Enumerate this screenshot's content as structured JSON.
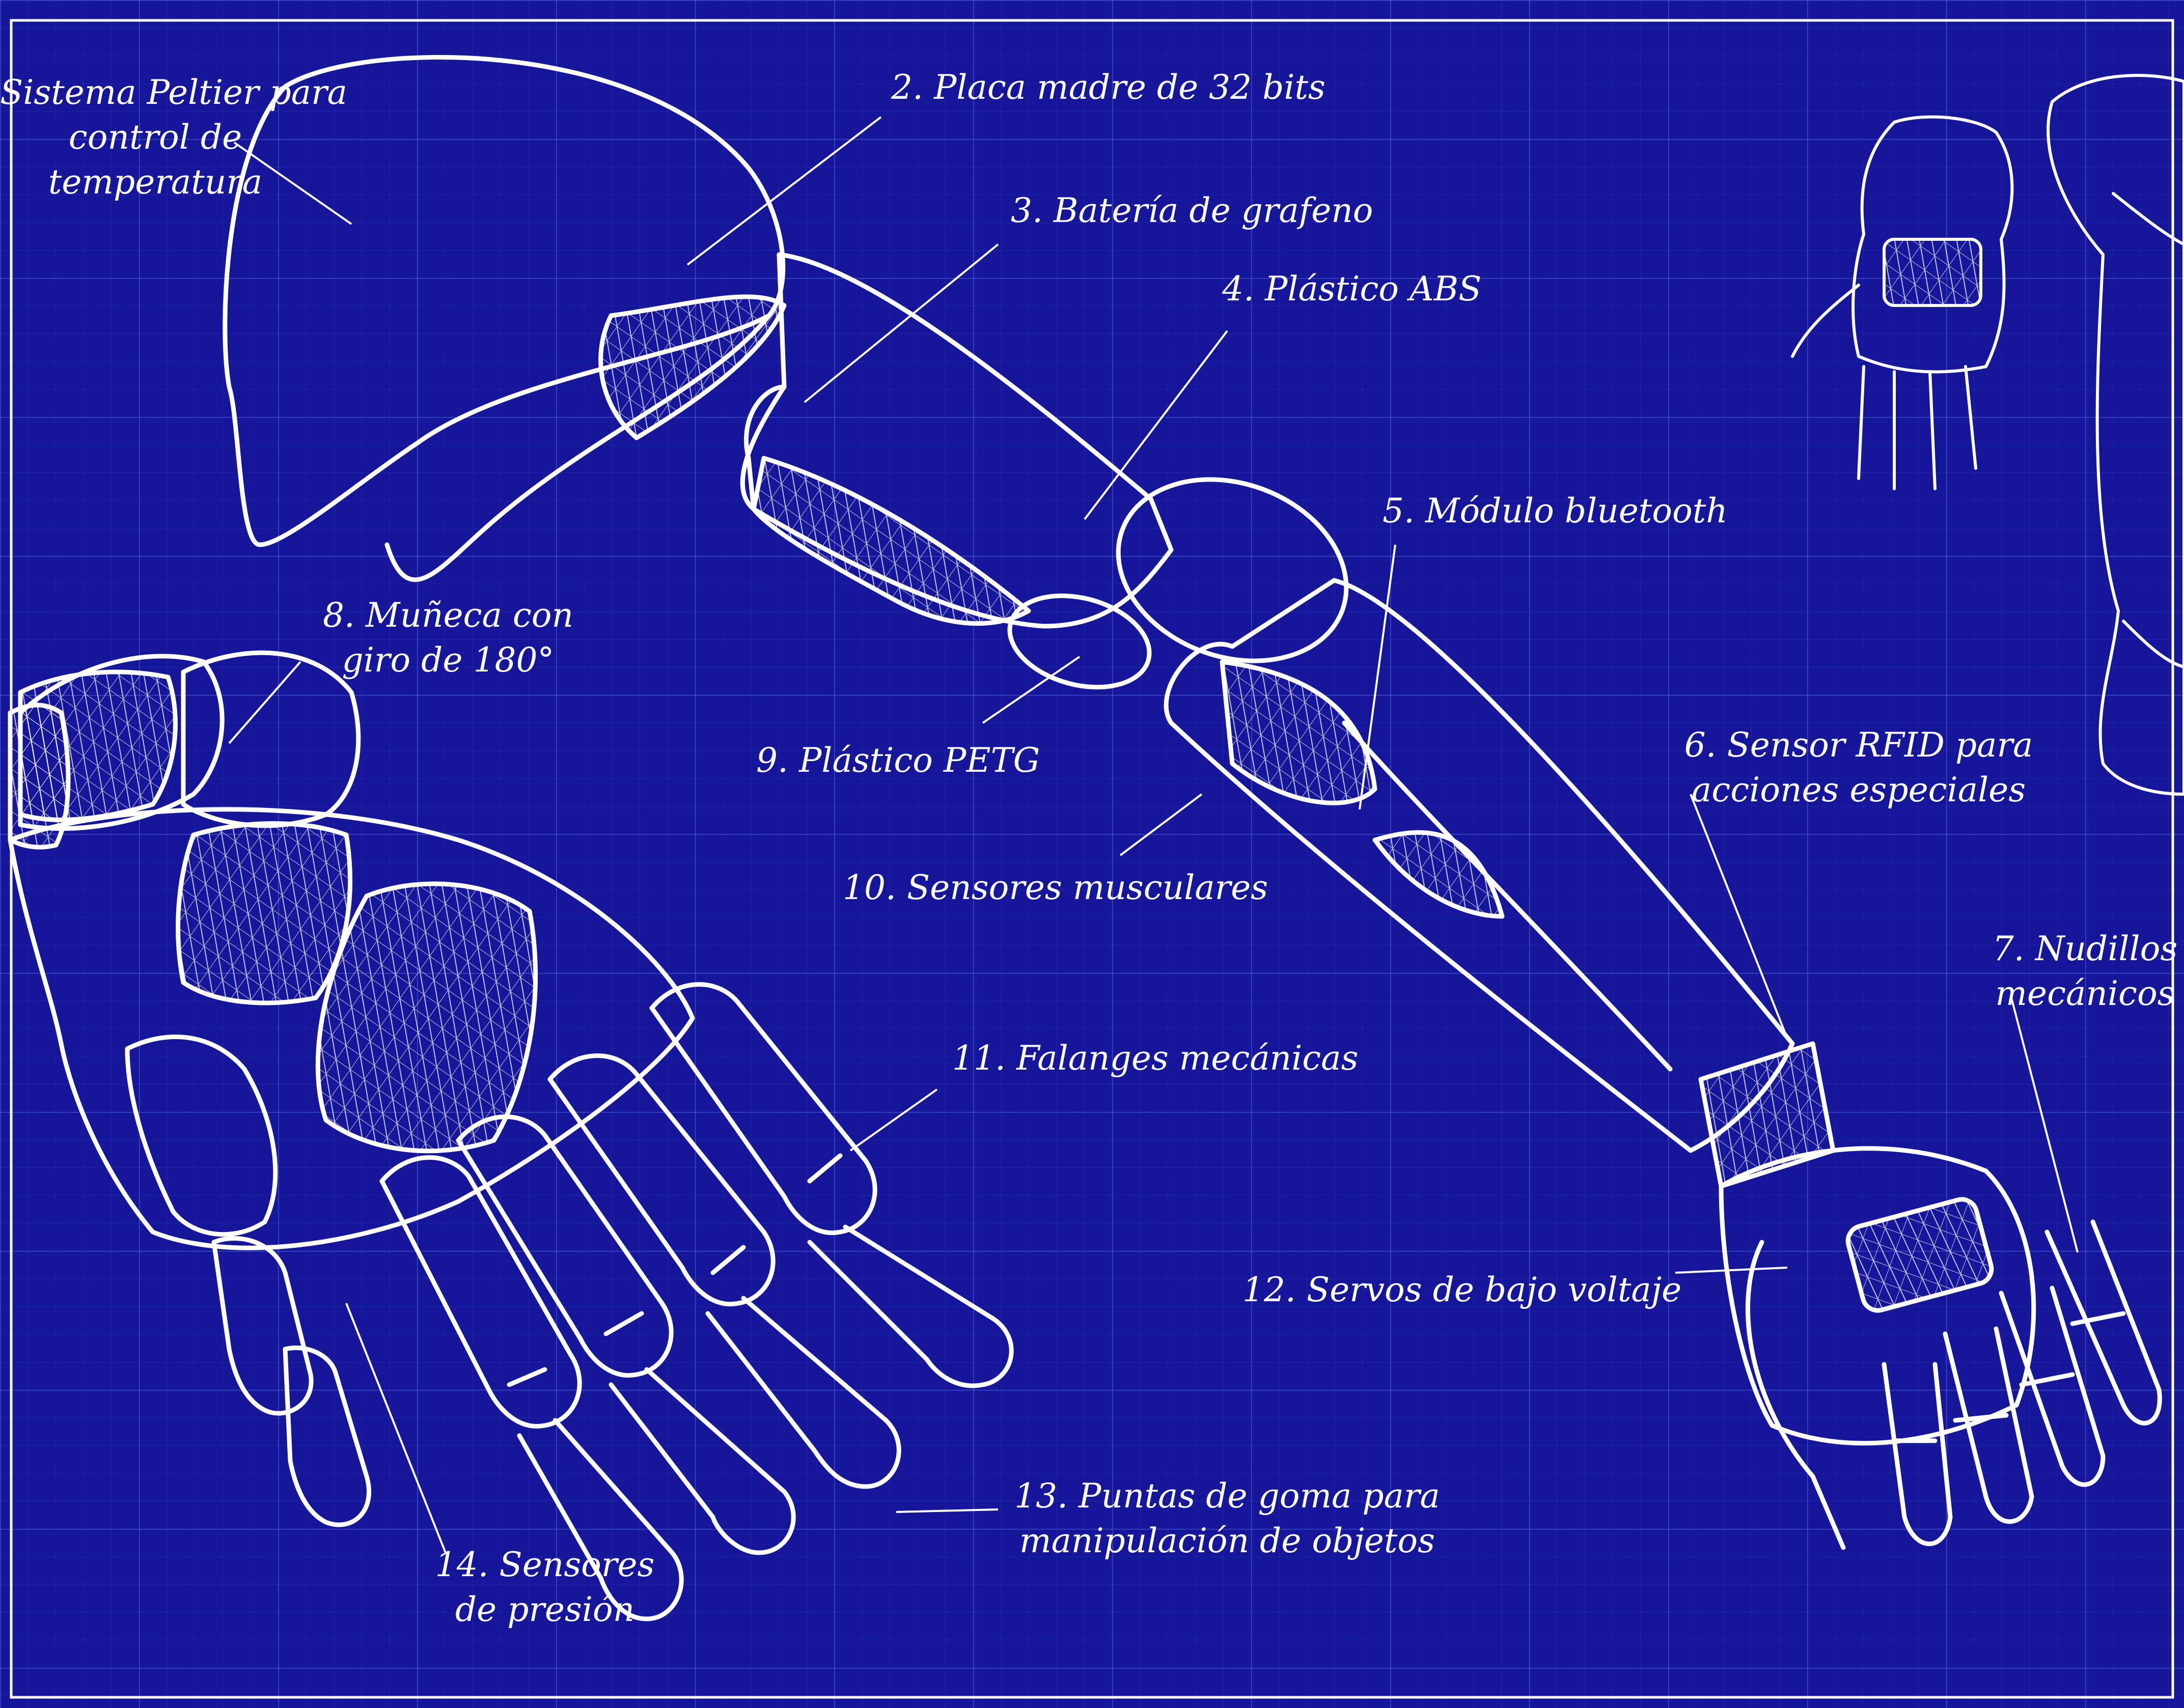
{
  "labels": {
    "l1": [
      "Sistema Peltier para",
      "control de",
      "temperatura"
    ],
    "l2": "2. Placa madre de 32 bits",
    "l3": "3. Batería de grafeno",
    "l4": "4. Plástico ABS",
    "l5": "5. Módulo bluetooth",
    "l6": [
      "6. Sensor RFID para",
      "acciones especiales"
    ],
    "l7": [
      "7. Nudillos",
      "mecánicos"
    ],
    "l8": [
      "8. Muñeca con",
      "giro de 180°"
    ],
    "l9": "9. Plástico PETG",
    "l10": "10. Sensores musculares",
    "l11": "11.  Falanges mecánicas",
    "l12": "12.  Servos de bajo voltaje",
    "l13": [
      "13. Puntas de goma para",
      "manipulación de objetos"
    ],
    "l14": [
      "14. Sensores",
      "de presión"
    ]
  },
  "colors": {
    "background": "#15169a",
    "line": "#ffffff",
    "grid": "#7c8cff"
  }
}
